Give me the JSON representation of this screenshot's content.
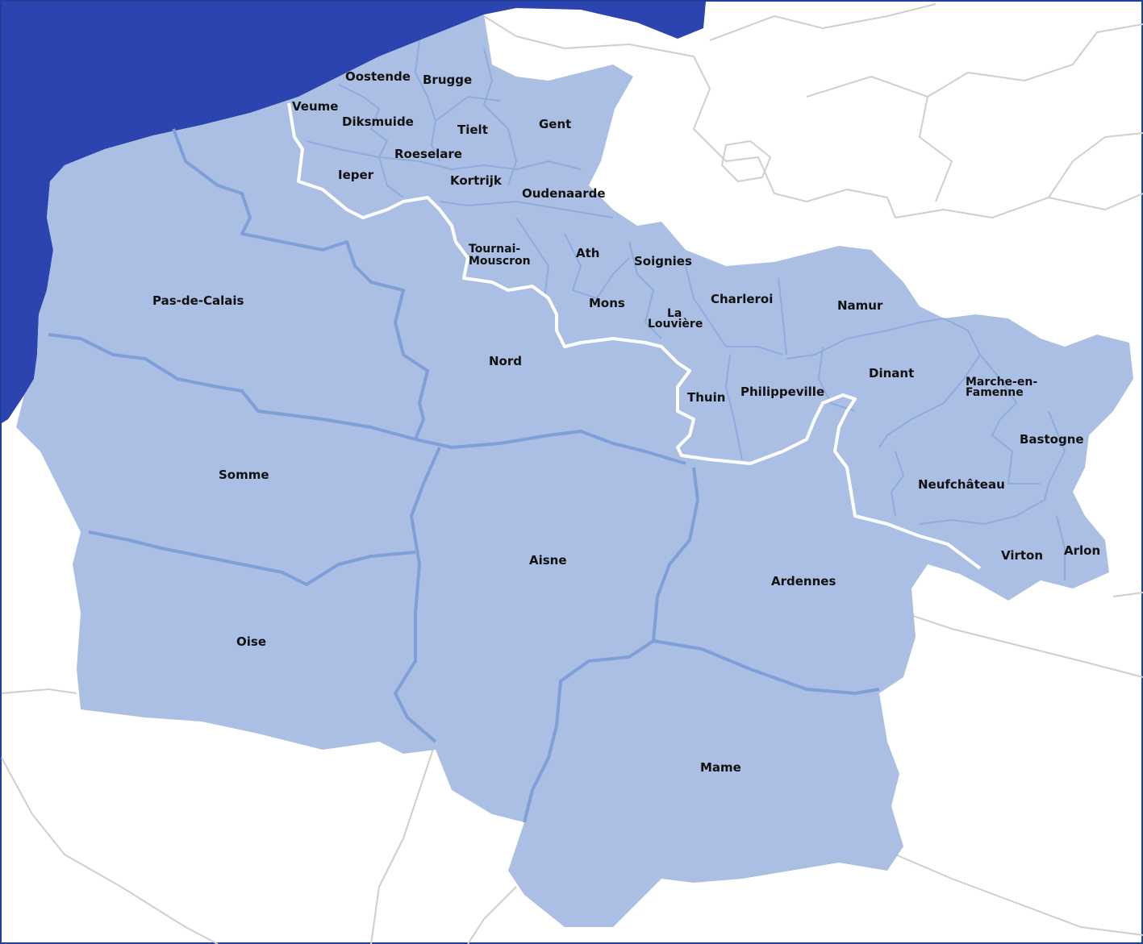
{
  "map": {
    "colors": {
      "sea": "#2b44b0",
      "region_fill": "#aabfe3",
      "region_border": "#7f9fd8",
      "national_border": "#ffffff",
      "outside_border": "#cfcfcf",
      "label": "#111111"
    },
    "labels": {
      "oostende": "Oostende",
      "brugge": "Brugge",
      "veurne": "Veume",
      "diksmuide": "Diksmuide",
      "tielt": "Tielt",
      "gent": "Gent",
      "roeselare": "Roeselare",
      "ieper": "Ieper",
      "kortrijk": "Kortrijk",
      "oudenaarde": "Oudenaarde",
      "tournai_1": "Tournai-",
      "tournai_2": "Mouscron",
      "ath": "Ath",
      "soignies": "Soignies",
      "mons": "Mons",
      "la_louviere_1": "La",
      "la_louviere_2": "Louvière",
      "charleroi": "Charleroi",
      "namur": "Namur",
      "pas_de_calais": "Pas-de-Calais",
      "nord": "Nord",
      "dinant": "Dinant",
      "marche_1": "Marche-en-",
      "marche_2": "Famenne",
      "thuin": "Thuin",
      "philippeville": "Philippeville",
      "bastogne": "Bastogne",
      "neufchateau": "Neufchâteau",
      "somme": "Somme",
      "aisne": "Aisne",
      "virton": "Virton",
      "arlon": "Arlon",
      "ardennes": "Ardennes",
      "oise": "Oise",
      "marne": "Mame"
    }
  }
}
